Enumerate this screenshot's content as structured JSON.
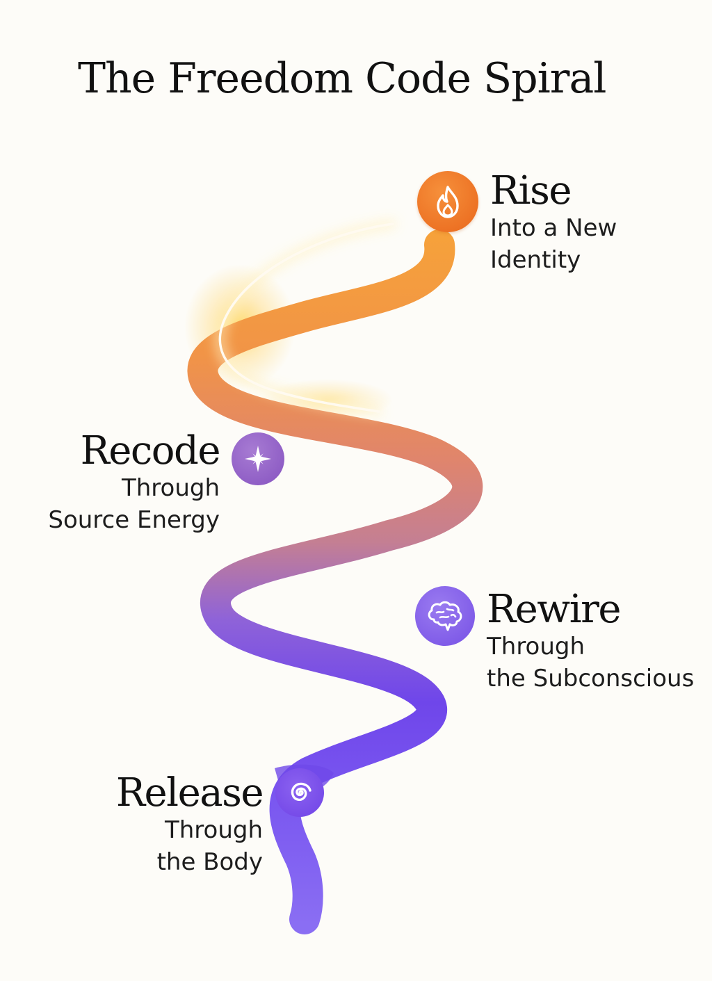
{
  "title": "The Freedom Code Spiral",
  "stages": {
    "rise": {
      "title": "Rise",
      "line1": "Into a New",
      "line2": "Identity",
      "icon": "flame-icon"
    },
    "recode": {
      "title": "Recode",
      "line1": "Through",
      "line2": "Source Energy",
      "icon": "sparkle-star-icon"
    },
    "rewire": {
      "title": "Rewire",
      "line1": "Through",
      "line2": "the Subconscious",
      "icon": "brain-icon"
    },
    "release": {
      "title": "Release",
      "line1": "Through",
      "line2": "the Body",
      "icon": "swirl-icon"
    }
  },
  "colors": {
    "background": "#fdfcf8",
    "spiral_top": "#f6a23a",
    "spiral_middle": "#d9897a",
    "spiral_bottom": "#7048ea",
    "rise_icon": "#ec6d1f",
    "recode_icon": "#9366c9",
    "rewire_icon": "#8662ea",
    "release_icon": "#7347e7"
  }
}
